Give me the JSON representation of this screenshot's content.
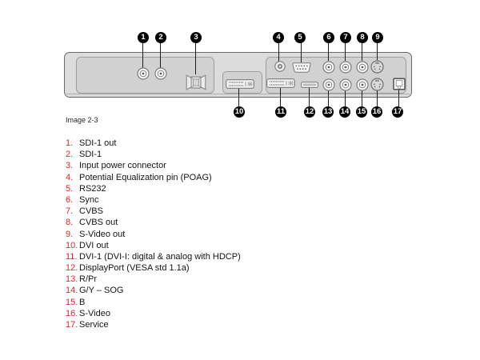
{
  "figure": {
    "caption": "Image 2-3"
  },
  "callouts": [
    "1",
    "2",
    "3",
    "4",
    "5",
    "6",
    "7",
    "8",
    "9",
    "10",
    "11",
    "12",
    "13",
    "14",
    "15",
    "16",
    "17"
  ],
  "connectors": [
    "bnc",
    "bnc",
    "power-inlet",
    "poag-pin",
    "db9-serial",
    "bnc",
    "bnc",
    "bnc",
    "s-video",
    "dvi",
    "dvi",
    "displayport",
    "bnc",
    "bnc",
    "bnc",
    "s-video",
    "rj45"
  ],
  "legend": {
    "items": [
      {
        "num": "1.",
        "label": "SDI-1 out"
      },
      {
        "num": "2.",
        "label": "SDI-1"
      },
      {
        "num": "3.",
        "label": "Input power connector"
      },
      {
        "num": "4.",
        "label": "Potential Equalization pin (POAG)"
      },
      {
        "num": "5.",
        "label": "RS232"
      },
      {
        "num": "6.",
        "label": "Sync"
      },
      {
        "num": "7.",
        "label": "CVBS"
      },
      {
        "num": "8.",
        "label": "CVBS out"
      },
      {
        "num": "9.",
        "label": "S-Video out"
      },
      {
        "num": "10.",
        "label": "DVI out"
      },
      {
        "num": "11.",
        "label": "DVI-1 (DVI-I: digital & analog with HDCP)"
      },
      {
        "num": "12.",
        "label": "DisplayPort (VESA std 1.1a)"
      },
      {
        "num": "13.",
        "label": "R/Pr"
      },
      {
        "num": "14.",
        "label": "G/Y – SOG"
      },
      {
        "num": "15.",
        "label": "B"
      },
      {
        "num": "16.",
        "label": "S-Video"
      },
      {
        "num": "17.",
        "label": "Service"
      }
    ]
  },
  "colors": {
    "callout_bg": "#000000",
    "callout_text": "#ffffff",
    "legend_number": "#ec2227",
    "text": "#141414",
    "panel_fill": "#dcdcdc",
    "recess_fill": "#d1d1d1",
    "panel_border": "#6a6a6a"
  }
}
